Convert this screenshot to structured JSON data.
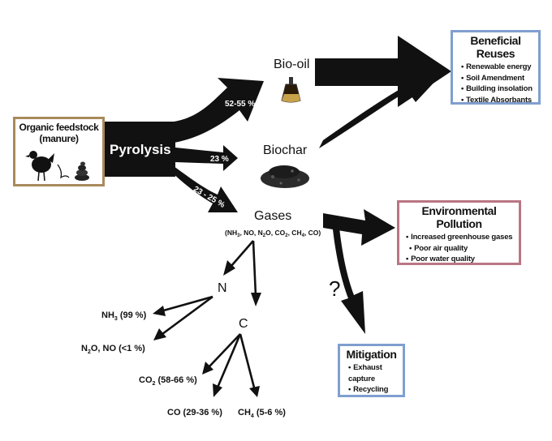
{
  "feedstock": {
    "title": "Organic feedstock",
    "subtitle": "(manure)"
  },
  "process": {
    "label": "Pyrolysis"
  },
  "products": {
    "biooil": {
      "label": "Bio-oil",
      "percent": "52-55 %"
    },
    "biochar": {
      "label": "Biochar",
      "percent": "23 %"
    },
    "gases": {
      "label": "Gases",
      "percent": "23 - 25 %"
    }
  },
  "gas_formula": {
    "open": "(NH",
    "nh3_sub": "3",
    "mid1": ", NO, N",
    "n2o_sub": "2",
    "mid2": "O, CO",
    "co2_sub": "2",
    "mid3": ", CH",
    "ch4_sub": "4",
    "close": ", CO)"
  },
  "nitrogen": {
    "label": "N",
    "nh3": {
      "pre": "NH",
      "sub": "3",
      "post": " (99 %)"
    },
    "n2o": {
      "pre": "N",
      "sub": "2",
      "post": "O, NO (<1 %)"
    }
  },
  "carbon": {
    "label": "C",
    "co2": {
      "pre": "CO",
      "sub": "2",
      "post": " (58-66 %)"
    },
    "co": {
      "text": "CO (29-36 %)"
    },
    "ch4": {
      "pre": "CH",
      "sub": "4",
      "post": " (5-6 %)"
    }
  },
  "question_mark": "?",
  "beneficial_reuses": {
    "title": "Beneficial Reuses",
    "items": [
      "Renewable energy",
      "Soil Amendment",
      "Building insolation",
      "Textile Absorbants"
    ]
  },
  "environmental_pollution": {
    "title": "Environmental Pollution",
    "items": [
      "Increased greenhouse gases",
      "Poor air quality",
      "Poor water quality"
    ]
  },
  "mitigation": {
    "title": "Mitigation",
    "items": [
      "Exhaust capture",
      "Recycling"
    ]
  },
  "colors": {
    "feedstock_border": "#a88a5c",
    "reuses_border": "#7f9fcf",
    "pollution_border": "#b97683",
    "mitigation_border": "#7f9fcf",
    "arrow": "#111111"
  }
}
